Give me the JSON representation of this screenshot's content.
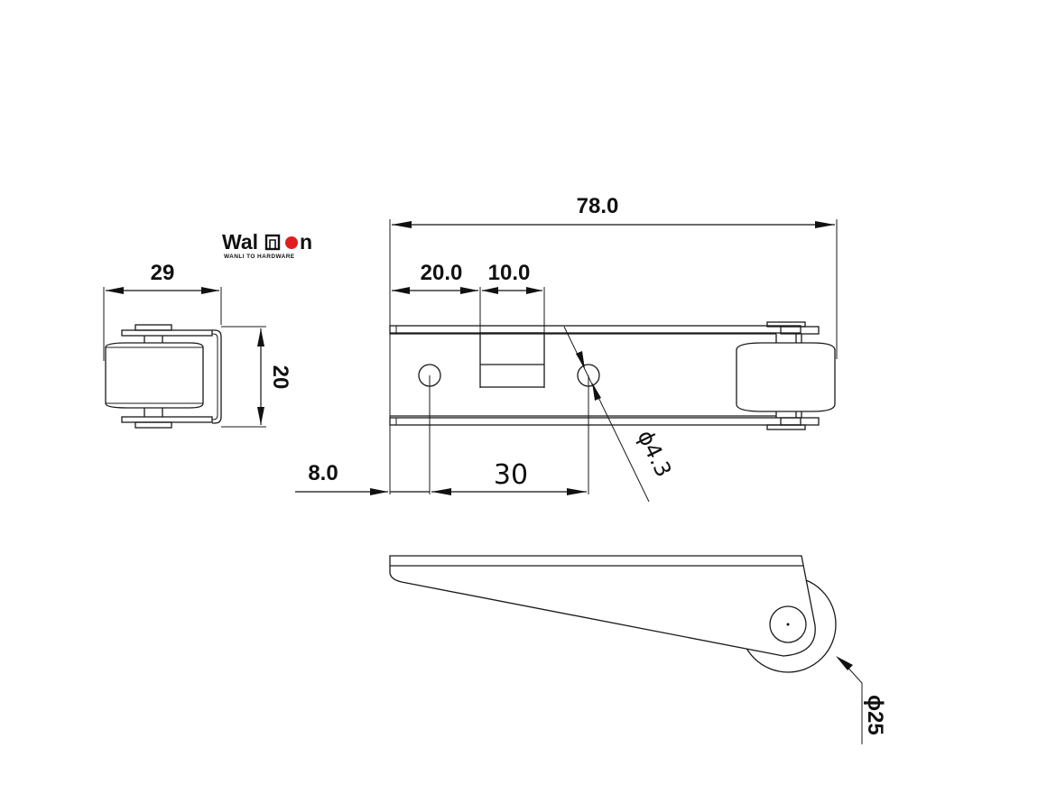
{
  "logo": {
    "brand_prefix": "Wal",
    "brand_suffix": "n",
    "tagline": "WANLI TO HARDWARE",
    "accent_color": "#e01e1e"
  },
  "side_view": {
    "width_label": "29",
    "height_label": "20"
  },
  "top_view": {
    "overall_length_label": "78.0",
    "slot_offset_label": "20.0",
    "slot_width_label": "10.0",
    "hole_offset_label": "8.0",
    "hole_spacing_label": "30",
    "hole_diameter_label": "ϕ4.3"
  },
  "front_view": {
    "wheel_diameter_label": "ϕ25"
  },
  "colors": {
    "line": "#1a1a1a",
    "background": "#ffffff"
  }
}
